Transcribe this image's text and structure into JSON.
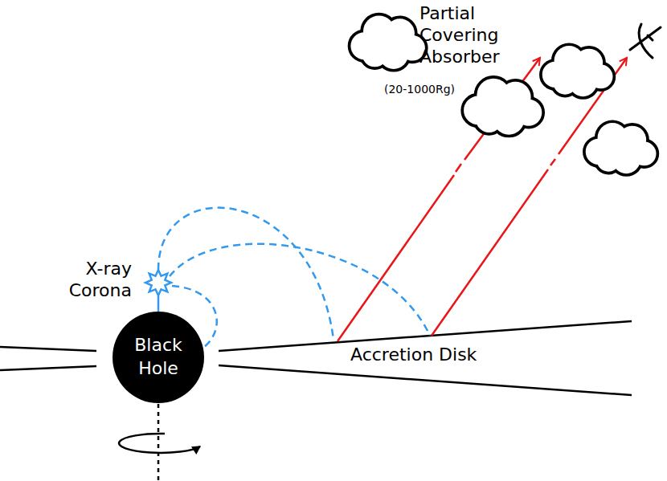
{
  "diagram": {
    "nodes": [
      {
        "text": [
          "Black Hole"
        ]
      }
    ],
    "labels": [
      "X-ray Corona",
      "Accretion Disk",
      "Partial Covering Absorber",
      "(20-1000Rg)"
    ]
  }
}
